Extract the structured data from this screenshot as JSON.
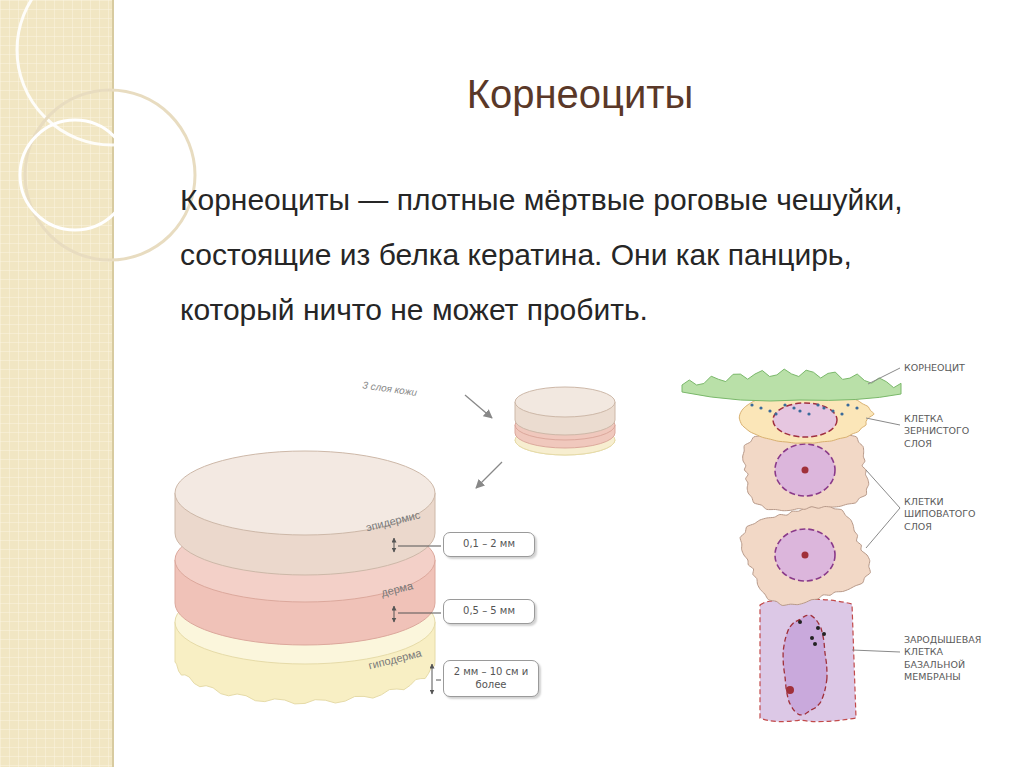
{
  "diagram": {
    "title": "Корнеоциты",
    "nodes": [
      {
        "text": [
          "0,1 – 2 мм"
        ]
      },
      {
        "text": [
          "0,5 – 5 мм"
        ]
      },
      {
        "text": [
          "2 мм – 10 см и более"
        ]
      }
    ],
    "labels": [
      "Корнеоциты — плотные мёртвые роговые чешуйки, состоящие из белка кератина. Они как панцирь, который ничто не может пробить.",
      "3 слоя кожи",
      "эпидермис",
      "дерма",
      "гиподерма",
      "КОРНЕОЦИТ",
      "КЛЕТКА ЗЕРНИСТОГО СЛОЯ",
      "КЛЕТКИ ШИПОВАТОГО СЛОЯ",
      "ЗАРОДЫШЕВАЯ КЛЕТКА БАЗАЛЬНОЙ МЕМБРАНЫ"
    ]
  }
}
